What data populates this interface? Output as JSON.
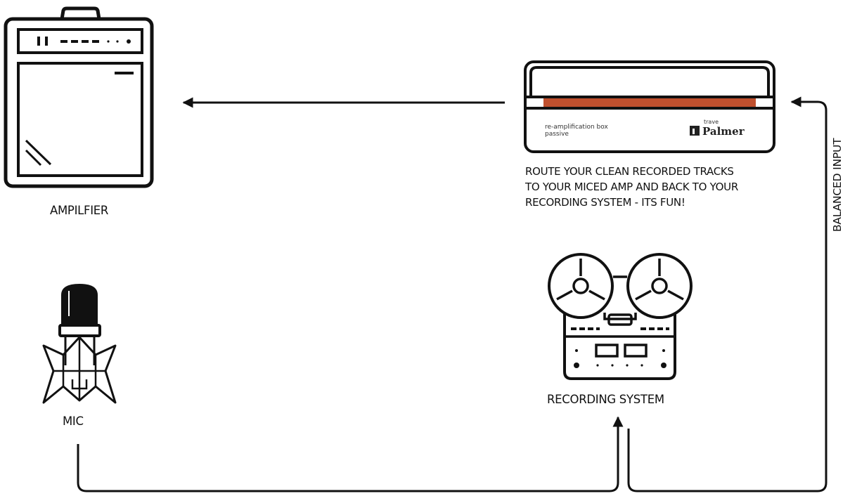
{
  "labels": {
    "amplifier": "AMPILFIER",
    "mic": "MIC",
    "recording_system": "RECORDING SYSTEM",
    "balanced_input": "BALANCED INPUT"
  },
  "caption": {
    "line1": "ROUTE YOUR CLEAN RECORDED TRACKS",
    "line2": "TO YOUR MICED AMP AND BACK TO YOUR",
    "line3": "RECORDING SYSTEM - ITS FUN!"
  },
  "reamp_box": {
    "text_line1": "re-amplification box",
    "text_line2": "passive",
    "brand_small": "trave",
    "brand": "Palmer",
    "accent_color": "#c0502e"
  },
  "icons": {
    "amplifier": "amplifier-icon",
    "reamp_box": "reamp-box-icon",
    "microphone": "microphone-icon",
    "tape_recorder": "reel-to-reel-recorder-icon"
  },
  "colors": {
    "line": "#111111",
    "background": "#ffffff"
  }
}
